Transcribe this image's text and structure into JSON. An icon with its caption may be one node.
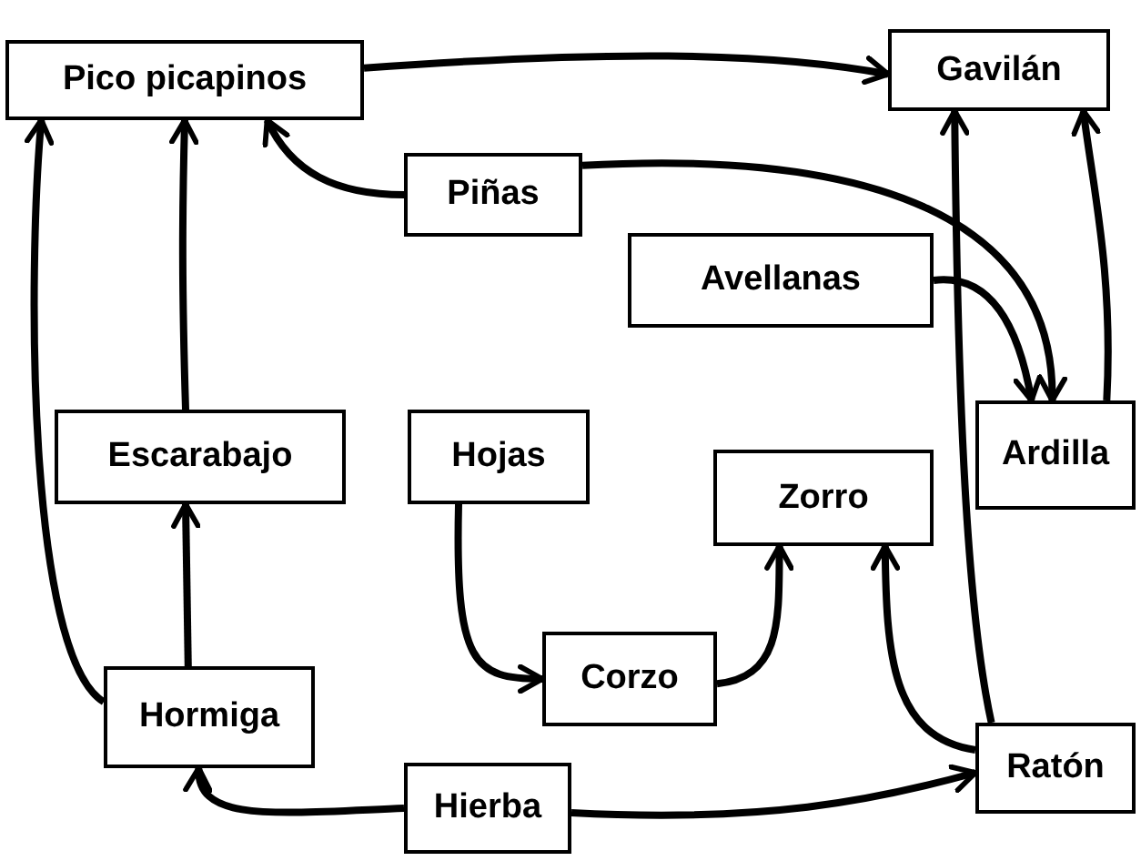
{
  "diagram": {
    "nodes": [
      {
        "text": [
          "Pico picapinos"
        ]
      },
      {
        "text": [
          "Gavilán"
        ]
      },
      {
        "text": [
          "Piñas"
        ]
      },
      {
        "text": [
          "Avellanas"
        ]
      },
      {
        "text": [
          "Escarabajo"
        ]
      },
      {
        "text": [
          "Hojas"
        ]
      },
      {
        "text": [
          "Ardilla"
        ]
      },
      {
        "text": [
          "Zorro"
        ]
      },
      {
        "text": [
          "Corzo"
        ]
      },
      {
        "text": [
          "Hormiga"
        ]
      },
      {
        "text": [
          "Ratón"
        ]
      },
      {
        "text": [
          "Hierba"
        ]
      }
    ],
    "edges": [
      {
        "from": 0,
        "to": 1,
        "arrow": "to"
      },
      {
        "from": 2,
        "to": 0,
        "arrow": "to"
      },
      {
        "from": 2,
        "to": 6,
        "arrow": "to"
      },
      {
        "from": 3,
        "to": 6,
        "arrow": "to"
      },
      {
        "from": 6,
        "to": 1,
        "arrow": "to"
      },
      {
        "from": 10,
        "to": 1,
        "arrow": "to"
      },
      {
        "from": 10,
        "to": 7,
        "arrow": "to"
      },
      {
        "from": 8,
        "to": 7,
        "arrow": "to"
      },
      {
        "from": 5,
        "to": 8,
        "arrow": "to"
      },
      {
        "from": 4,
        "to": 0,
        "arrow": "to"
      },
      {
        "from": 9,
        "to": 4,
        "arrow": "to"
      },
      {
        "from": 9,
        "to": 0,
        "arrow": "to"
      },
      {
        "from": 11,
        "to": 9,
        "arrow": "to"
      },
      {
        "from": 11,
        "to": 10,
        "arrow": "to"
      }
    ]
  }
}
